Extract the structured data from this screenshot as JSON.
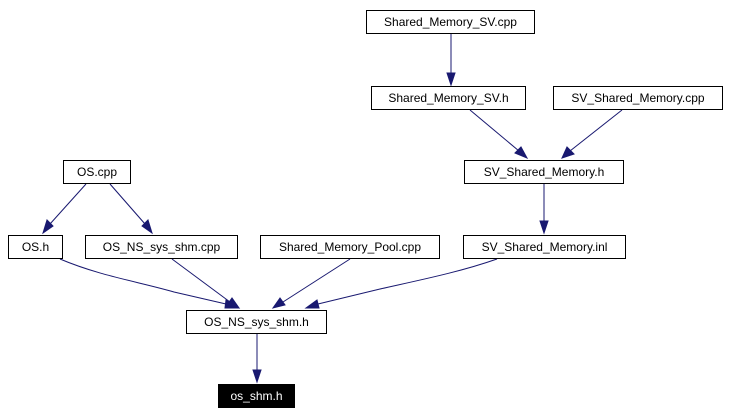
{
  "graph": {
    "colors": {
      "edge": "#191970",
      "node_border": "#000000",
      "focus_fill": "#000000",
      "focus_text": "#ffffff"
    },
    "nodes": {
      "shared_memory_sv_cpp": "Shared_Memory_SV.cpp",
      "shared_memory_sv_h": "Shared_Memory_SV.h",
      "sv_shared_memory_cpp": "SV_Shared_Memory.cpp",
      "os_cpp": "OS.cpp",
      "sv_shared_memory_h": "SV_Shared_Memory.h",
      "os_h": "OS.h",
      "os_ns_sys_shm_cpp": "OS_NS_sys_shm.cpp",
      "shared_memory_pool_cpp": "Shared_Memory_Pool.cpp",
      "sv_shared_memory_inl": "SV_Shared_Memory.inl",
      "os_ns_sys_shm_h": "OS_NS_sys_shm.h",
      "os_shm_h": "os_shm.h"
    }
  }
}
